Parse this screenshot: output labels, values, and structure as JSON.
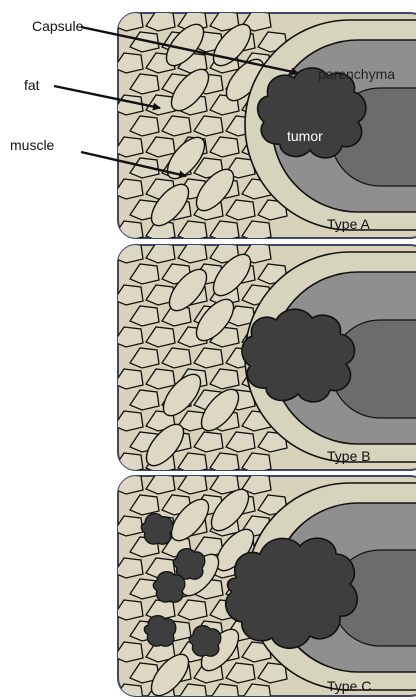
{
  "labels": {
    "capsule": "Capsule",
    "fat": "fat",
    "muscle": "muscle",
    "parenchyma": "parenchyma",
    "tumor": "tumor"
  },
  "panels": [
    {
      "label": "Type A"
    },
    {
      "label": "Type B"
    },
    {
      "label": "Type C"
    }
  ],
  "colors": {
    "background": "#ffffff",
    "panel_fill": "#d7d2b9",
    "panel_border": "#3f4767",
    "fat_muscle_fill": "#dcd8c3",
    "capsule_band": "#d7d4be",
    "parenchyma": "#8f8f8f",
    "inner_core": "#6c6c6c",
    "tumor": "#3e3e3e",
    "outline": "#111111"
  }
}
